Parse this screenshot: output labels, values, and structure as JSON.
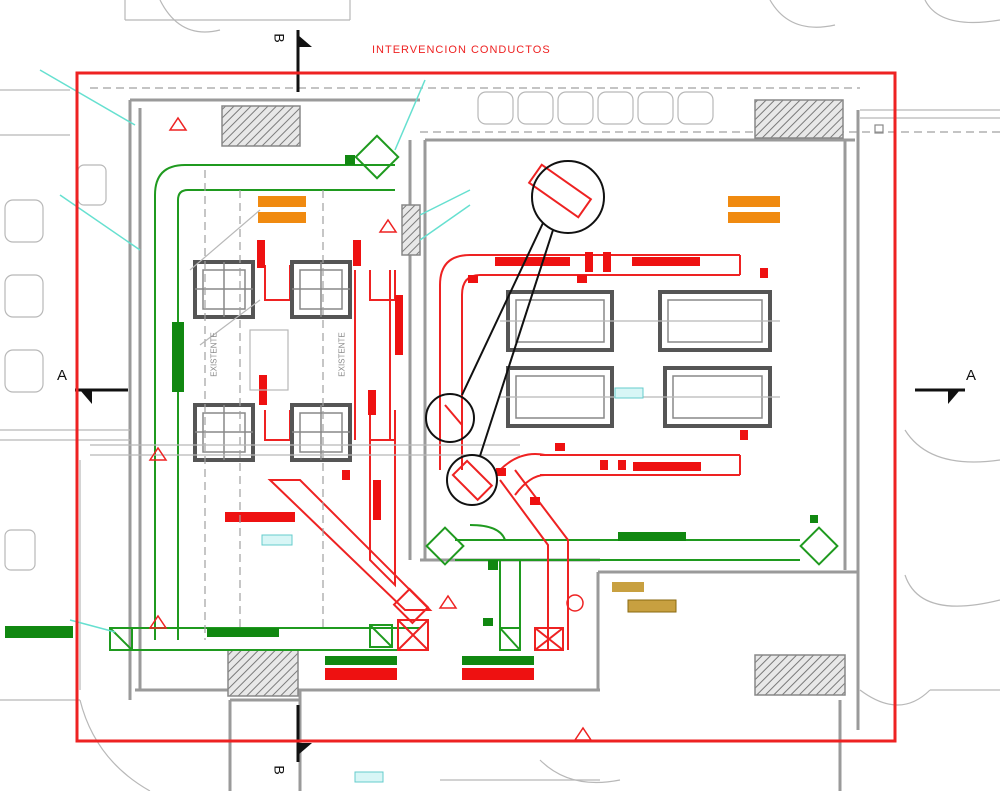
{
  "title": "INTERVENCION CONDUCTOS",
  "section_marks": {
    "a_left": "A",
    "a_right": "A",
    "b_top": "B",
    "b_bottom": "B"
  },
  "colors": {
    "intervention_frame": "#ee2222",
    "green_ducts": "#1f9a1f",
    "red_ducts": "#ee2222",
    "walls": "#9a9a9a",
    "leader_lines": "#66e0d0",
    "orange_tags": "#f08a10"
  },
  "labels": {
    "vertical_left": "EXISTENTE",
    "vertical_right": "EXISTENTE"
  }
}
